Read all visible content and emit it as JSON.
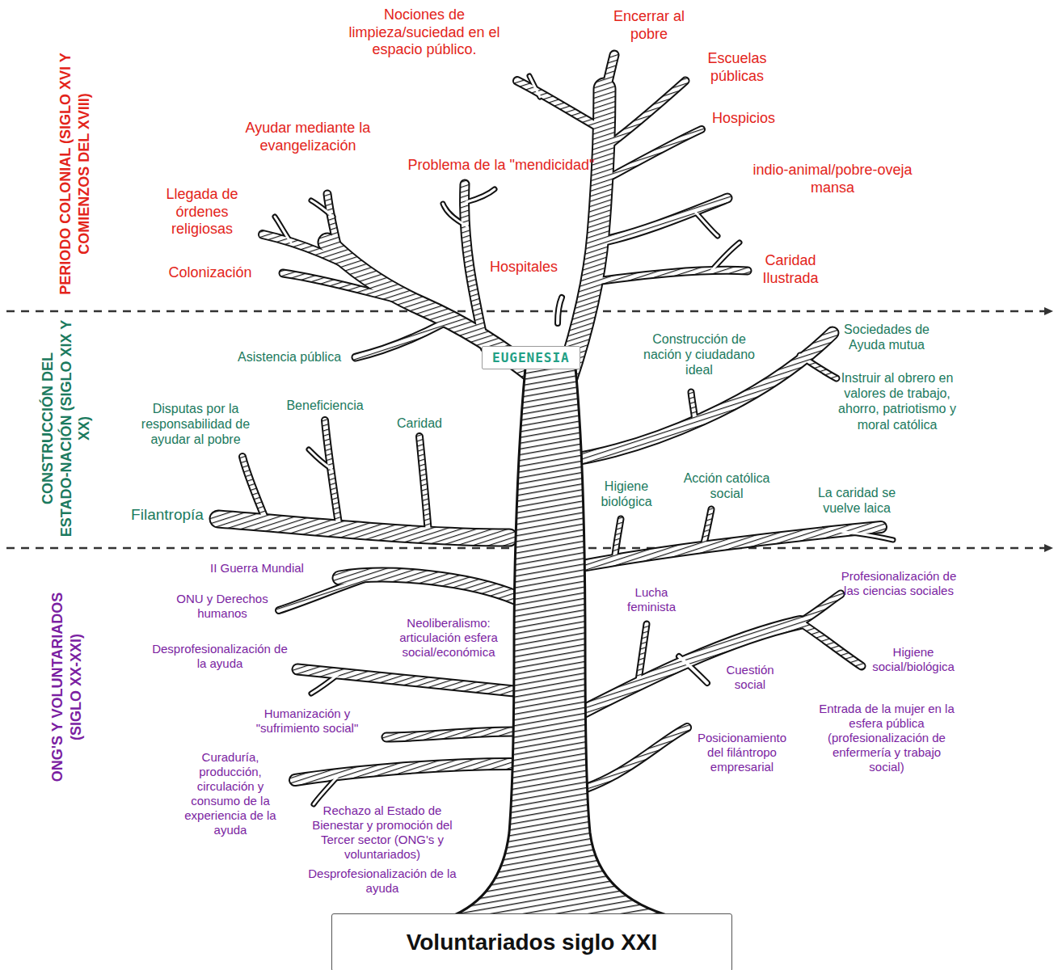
{
  "diagram": {
    "nodes": [
      {
        "text": [
          "EUGENESIA"
        ]
      },
      {
        "text": [
          "Voluntariados siglo XXI"
        ]
      }
    ],
    "labels": [
      "PERIODO COLONIAL (SIGLO XVI Y COMIENZOS DEL XVIII)",
      "Nociones de limpieza/suciedad en el espacio público.",
      "Encerrar al pobre",
      "Escuelas públicas",
      "Hospicios",
      "Ayudar mediante la evangelización",
      "Problema de la \"mendicidad\"",
      "indio-animal/pobre-oveja mansa",
      "Llegada de órdenes religiosas",
      "Colonización",
      "Hospitales",
      "Caridad Ilustrada",
      "CONSTRUCCIÓN DEL ESTADO-NACIÓN (SIGLO XIX Y XX)",
      "Asistencia pública",
      "Construcción de nación y ciudadano ideal",
      "Sociedades de Ayuda mutua",
      "Instruir al obrero en valores de trabajo, ahorro, patriotismo y moral católica",
      "Disputas por la responsabilidad de ayudar al pobre",
      "Beneficiencia",
      "Caridad",
      "Higiene biológica",
      "Acción católica social",
      "La caridad se vuelve laica",
      "Filantropía",
      "ONG'S Y VOLUNTARIADOS (SIGLO XX-XXI)",
      "II Guerra Mundial",
      "ONU y Derechos humanos",
      "Lucha feminista",
      "Neoliberalismo: articulación esfera social/económica",
      "Profesionalización de las ciencias sociales",
      "Desprofesionalización de la ayuda",
      "Higiene social/biológica",
      "Cuestión social",
      "Humanización y \"sufrimiento social\"",
      "Entrada de la mujer en la esfera pública (profesionalización de enfermería y trabajo social)",
      "Posicionamiento del filántropo empresarial",
      "Curaduría, producción, circulación y consumo de la experiencia de la ayuda",
      "Rechazo al Estado de Bienestar y promoción del Tercer sector (ONG's y voluntariados)",
      "Desprofesionalización de la ayuda"
    ]
  }
}
